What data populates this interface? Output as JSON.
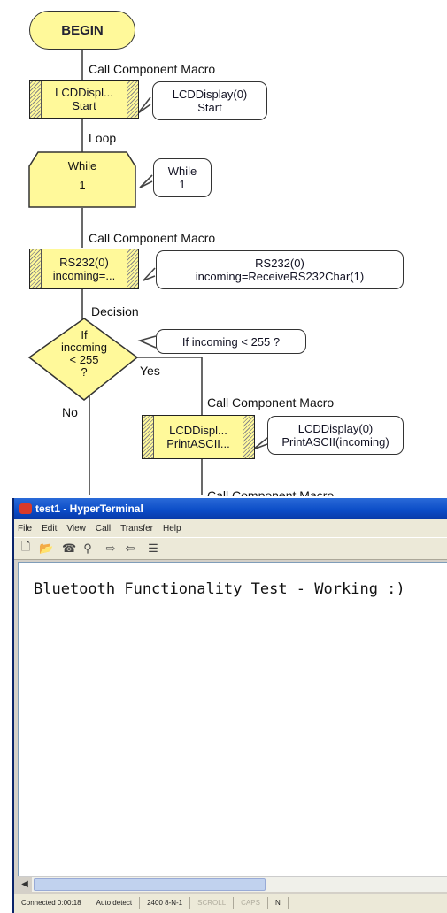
{
  "flowchart": {
    "begin": "BEGIN",
    "call_label_1": "Call Component Macro",
    "lcd_start": {
      "line1": "LCDDispl...",
      "line2": "Start"
    },
    "lcd_start_callout": {
      "line1": "LCDDisplay(0)",
      "line2": "Start"
    },
    "loop_label": "Loop",
    "while_box": {
      "line1": "While",
      "line2": "1"
    },
    "while_callout": {
      "line1": "While",
      "line2": "1"
    },
    "call_label_2": "Call Component Macro",
    "rs232": {
      "line1": "RS232(0)",
      "line2": "incoming=..."
    },
    "rs232_callout": {
      "line1": "RS232(0)",
      "line2": "incoming=ReceiveRS232Char(1)"
    },
    "decision_label": "Decision",
    "decision": {
      "line1": "If",
      "line2": "incoming",
      "line3": "< 255",
      "line4": "?"
    },
    "decision_callout": "If incoming < 255 ?",
    "yes_label": "Yes",
    "no_label": "No",
    "call_label_3": "Call Component Macro",
    "lcd_print": {
      "line1": "LCDDispl...",
      "line2": "PrintASCII..."
    },
    "lcd_print_callout": {
      "line1": "LCDDisplay(0)",
      "line2": "PrintASCII(incoming)"
    },
    "call_label_4": "Call Component Macro"
  },
  "hyperterminal": {
    "title": "test1 - HyperTerminal",
    "menu": [
      "File",
      "Edit",
      "View",
      "Call",
      "Transfer",
      "Help"
    ],
    "toolbar_icons": [
      "new-icon",
      "open-icon",
      "disconnect-icon",
      "dial-icon",
      "send-icon",
      "receive-icon",
      "properties-icon"
    ],
    "terminal_text": "Bluetooth Functionality Test - Working :)",
    "status": {
      "connected": "Connected 0:00:18",
      "detect": "Auto detect",
      "settings": "2400 8-N-1",
      "scroll": "SCROLL",
      "caps": "CAPS",
      "num": "N"
    }
  },
  "colors": {
    "flow_fill": "#fff99a",
    "titlebar": "#0a4bc6",
    "window_bg": "#ece9d8"
  }
}
